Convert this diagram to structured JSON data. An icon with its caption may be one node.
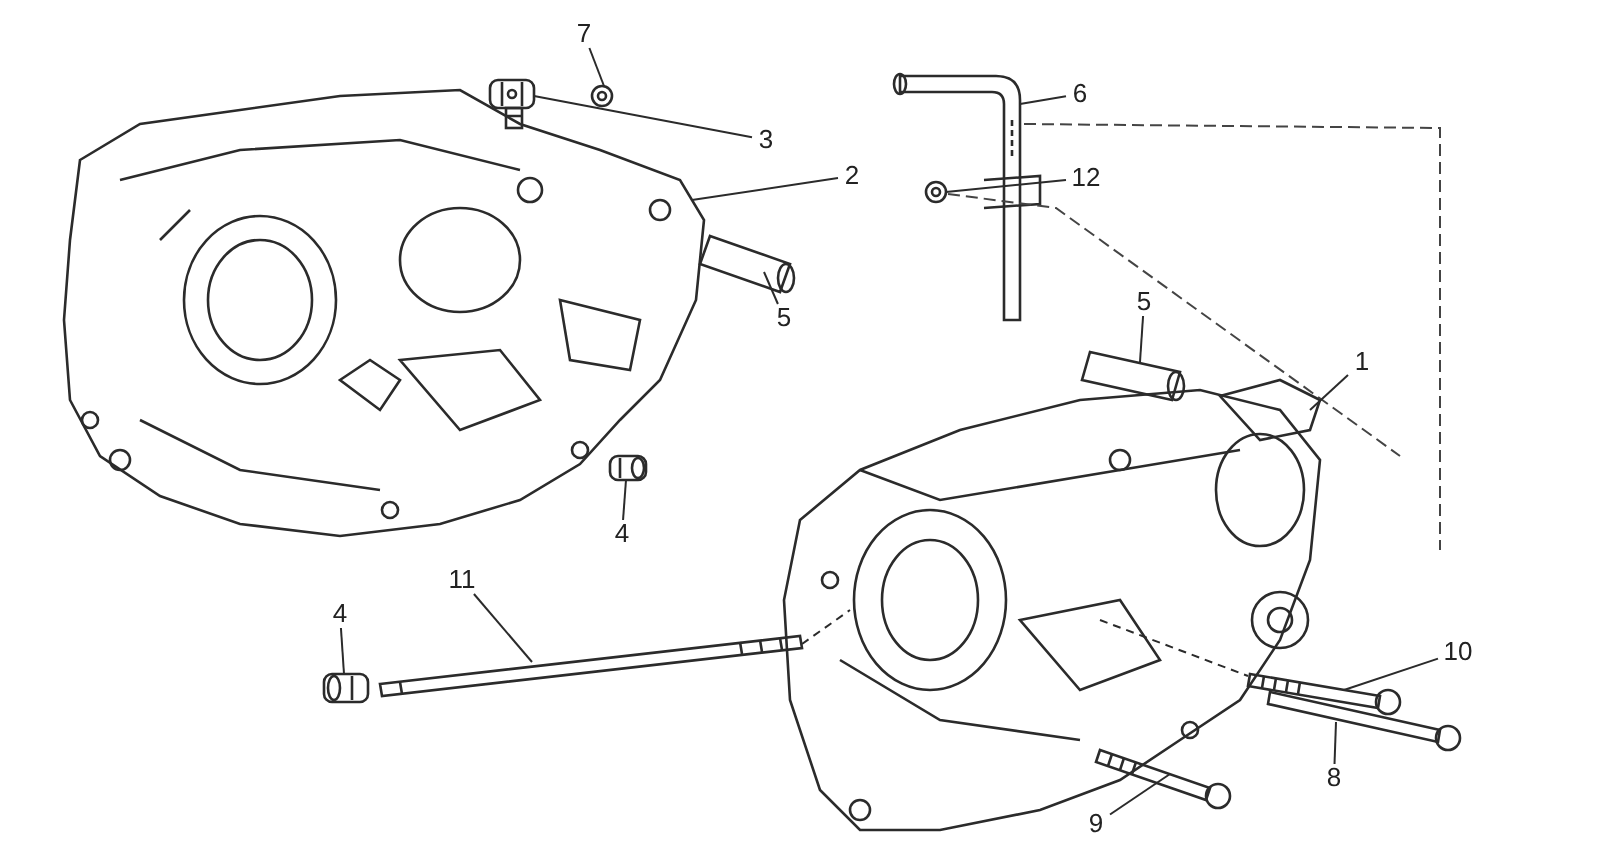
{
  "diagram": {
    "nodes": [
      {
        "text": [
          "7"
        ]
      },
      {
        "text": [
          "3"
        ]
      },
      {
        "text": [
          "2"
        ]
      },
      {
        "text": [
          "6"
        ]
      },
      {
        "text": [
          "12"
        ]
      },
      {
        "text": [
          "5"
        ]
      },
      {
        "text": [
          "5"
        ]
      },
      {
        "text": [
          "1"
        ]
      },
      {
        "text": [
          "4"
        ]
      },
      {
        "text": [
          "11"
        ]
      },
      {
        "text": [
          "4"
        ]
      },
      {
        "text": [
          "10"
        ]
      },
      {
        "text": [
          "8"
        ]
      },
      {
        "text": [
          "9"
        ]
      },
      {
        "text": [],
        "shape": "picture"
      },
      {
        "text": [],
        "shape": "picture"
      },
      {
        "text": [],
        "shape": "picture"
      },
      {
        "text": [],
        "shape": "picture"
      },
      {
        "text": [],
        "shape": "picture"
      },
      {
        "text": [],
        "shape": "picture"
      },
      {
        "text": [],
        "shape": "picture"
      },
      {
        "text": [],
        "shape": "picture"
      },
      {
        "text": [],
        "shape": "picture"
      },
      {
        "text": [],
        "shape": "picture"
      },
      {
        "text": [],
        "shape": "picture"
      },
      {
        "text": [],
        "shape": "picture"
      },
      {
        "text": [],
        "shape": "picture"
      },
      {
        "text": [],
        "shape": "picture"
      }
    ],
    "edges": [
      {
        "from": 0,
        "to": 14,
        "arrow": "none"
      },
      {
        "from": 1,
        "to": 15,
        "arrow": "none"
      },
      {
        "from": 2,
        "to": 16,
        "arrow": "none"
      },
      {
        "from": 3,
        "to": 17,
        "arrow": "none"
      },
      {
        "from": 4,
        "to": 18,
        "arrow": "none"
      },
      {
        "from": 5,
        "to": 19,
        "arrow": "none"
      },
      {
        "from": 6,
        "to": 20,
        "arrow": "none"
      },
      {
        "from": 7,
        "to": 21,
        "arrow": "none"
      },
      {
        "from": 8,
        "to": 22,
        "arrow": "none"
      },
      {
        "from": 9,
        "to": 23,
        "arrow": "none"
      },
      {
        "from": 10,
        "to": 24,
        "arrow": "none"
      },
      {
        "from": 11,
        "to": 25,
        "arrow": "none"
      },
      {
        "from": 12,
        "to": 26,
        "arrow": "none"
      },
      {
        "from": 13,
        "to": 27,
        "arrow": "none"
      },
      {
        "from": 23,
        "to": 21,
        "arrow": "none",
        "style": "dashed"
      },
      {
        "from": 21,
        "to": 25,
        "arrow": "none",
        "style": "dashed"
      }
    ]
  }
}
